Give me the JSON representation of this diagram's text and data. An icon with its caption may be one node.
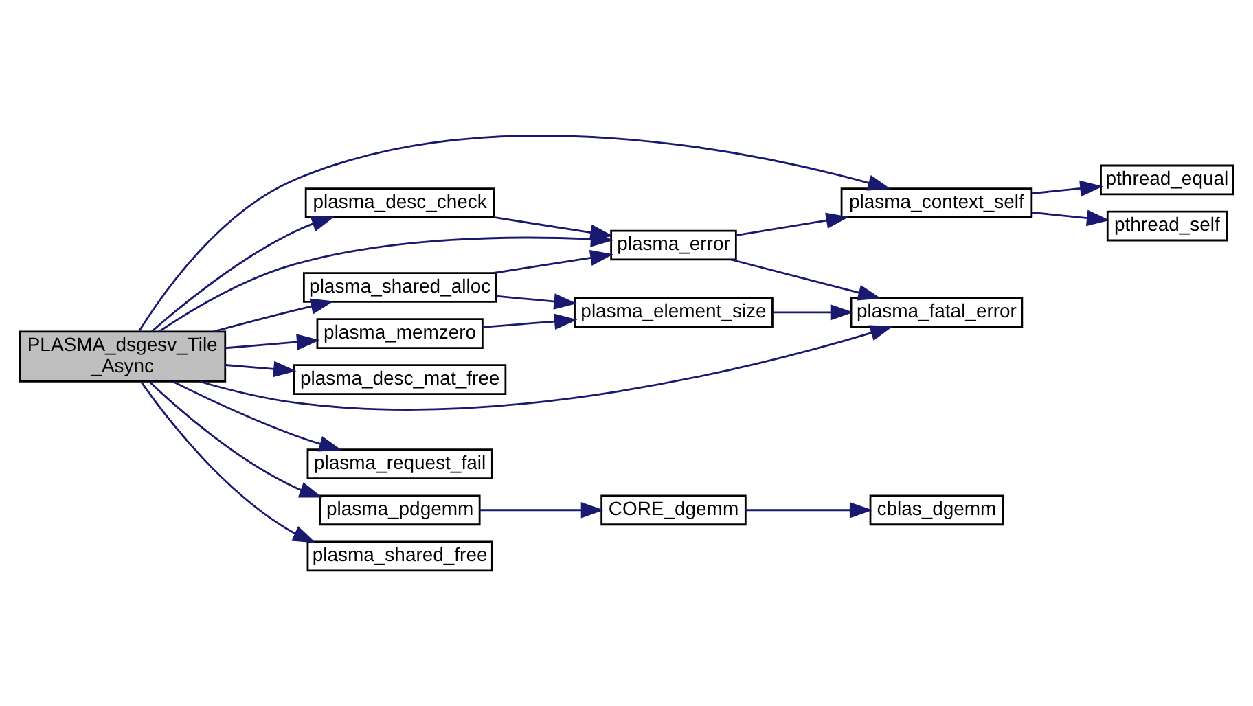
{
  "diagram": {
    "nodes": [
      {
        "text": [
          "PLASMA_dsgesv_Tile _Async"
        ]
      },
      {
        "text": [
          "plasma_context_self"
        ]
      },
      {
        "text": [
          "pthread_equal"
        ]
      },
      {
        "text": [
          "pthread_self"
        ]
      },
      {
        "text": [
          "plasma_desc_check"
        ]
      },
      {
        "text": [
          "plasma_error"
        ]
      },
      {
        "text": [
          "plasma_fatal_error"
        ]
      },
      {
        "text": [
          "plasma_shared_alloc"
        ]
      },
      {
        "text": [
          "plasma_element_size"
        ]
      },
      {
        "text": [
          "plasma_desc_mat_free"
        ]
      },
      {
        "text": [
          "plasma_memzero"
        ]
      },
      {
        "text": [
          "plasma_request_fail"
        ]
      },
      {
        "text": [
          "plasma_pdgemm"
        ]
      },
      {
        "text": [
          "CORE_dgemm"
        ]
      },
      {
        "text": [
          "cblas_dgemm"
        ]
      },
      {
        "text": [
          "plasma_shared_free"
        ]
      }
    ],
    "edges": [
      {
        "from": 0,
        "to": 1,
        "arrow": "to"
      },
      {
        "from": 0,
        "to": 4,
        "arrow": "to"
      },
      {
        "from": 0,
        "to": 5,
        "arrow": "to"
      },
      {
        "from": 0,
        "to": 7,
        "arrow": "to"
      },
      {
        "from": 0,
        "to": 9,
        "arrow": "to"
      },
      {
        "from": 0,
        "to": 10,
        "arrow": "to"
      },
      {
        "from": 0,
        "to": 6,
        "arrow": "to"
      },
      {
        "from": 0,
        "to": 11,
        "arrow": "to"
      },
      {
        "from": 0,
        "to": 12,
        "arrow": "to"
      },
      {
        "from": 0,
        "to": 15,
        "arrow": "to"
      },
      {
        "from": 1,
        "to": 2,
        "arrow": "to"
      },
      {
        "from": 1,
        "to": 3,
        "arrow": "to"
      },
      {
        "from": 4,
        "to": 5,
        "arrow": "to"
      },
      {
        "from": 5,
        "to": 1,
        "arrow": "to"
      },
      {
        "from": 5,
        "to": 6,
        "arrow": "to"
      },
      {
        "from": 7,
        "to": 5,
        "arrow": "to"
      },
      {
        "from": 7,
        "to": 8,
        "arrow": "to"
      },
      {
        "from": 8,
        "to": 6,
        "arrow": "to"
      },
      {
        "from": 10,
        "to": 8,
        "arrow": "to"
      },
      {
        "from": 12,
        "to": 13,
        "arrow": "to"
      },
      {
        "from": 13,
        "to": 14,
        "arrow": "to"
      }
    ]
  }
}
